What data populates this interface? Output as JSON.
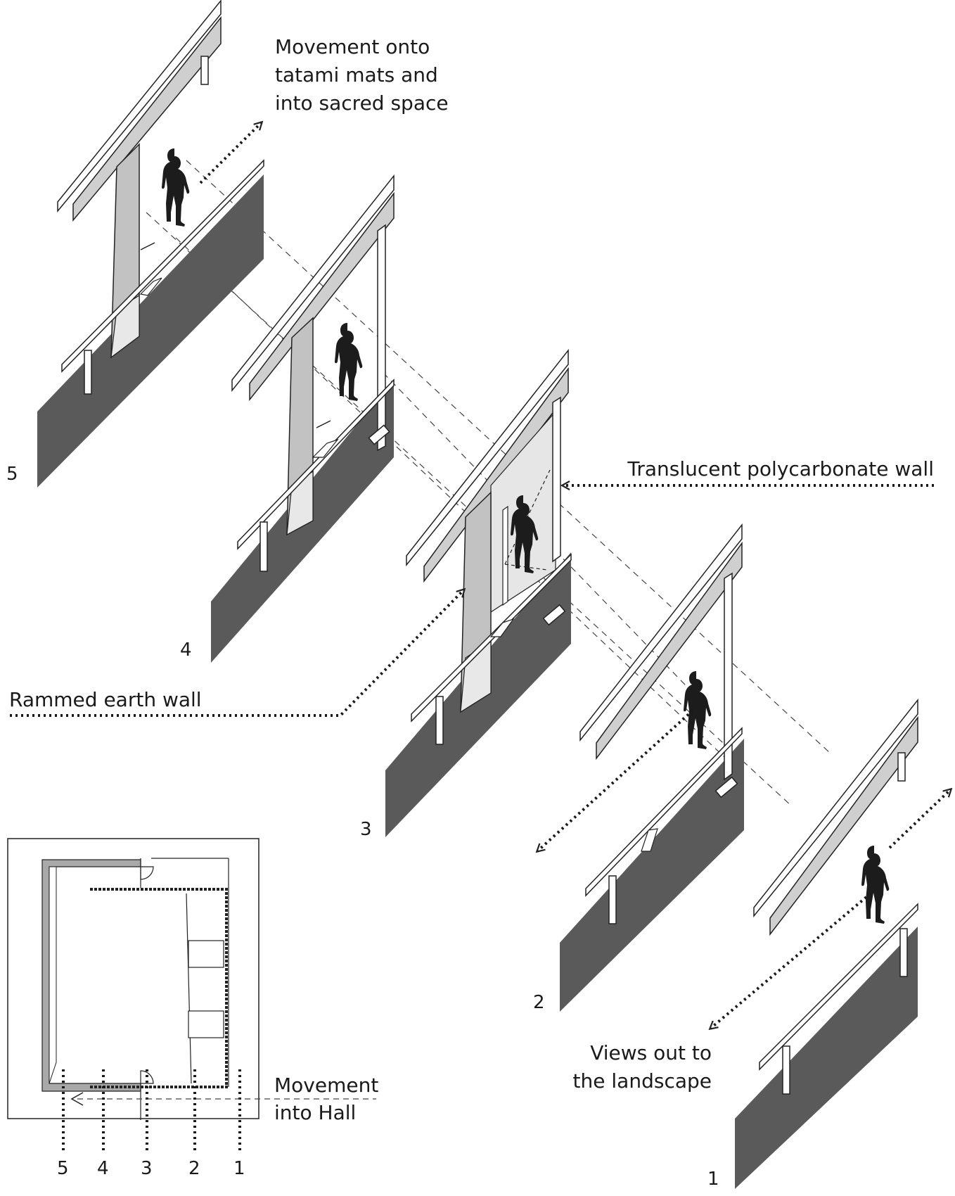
{
  "annotations": {
    "tatami": [
      "Movement onto",
      "tatami mats and",
      "into sacred space"
    ],
    "polycarbonate": "Translucent polycarbonate wall",
    "rammed_earth": "Rammed earth wall",
    "views": [
      "Views out to",
      "the landscape"
    ],
    "hall": [
      "Movement",
      "into Hall"
    ]
  },
  "section_numbers": [
    "5",
    "4",
    "3",
    "2",
    "1"
  ],
  "plan_section_numbers": [
    "5",
    "4",
    "3",
    "2",
    "1"
  ],
  "colors": {
    "ground": "#5a5a5a",
    "roof": "#cfcfcf",
    "wall_light": "#e8e8e8",
    "wall_mid": "#c2c2c2",
    "figure": "#1c1c1c",
    "line": "#222222"
  }
}
